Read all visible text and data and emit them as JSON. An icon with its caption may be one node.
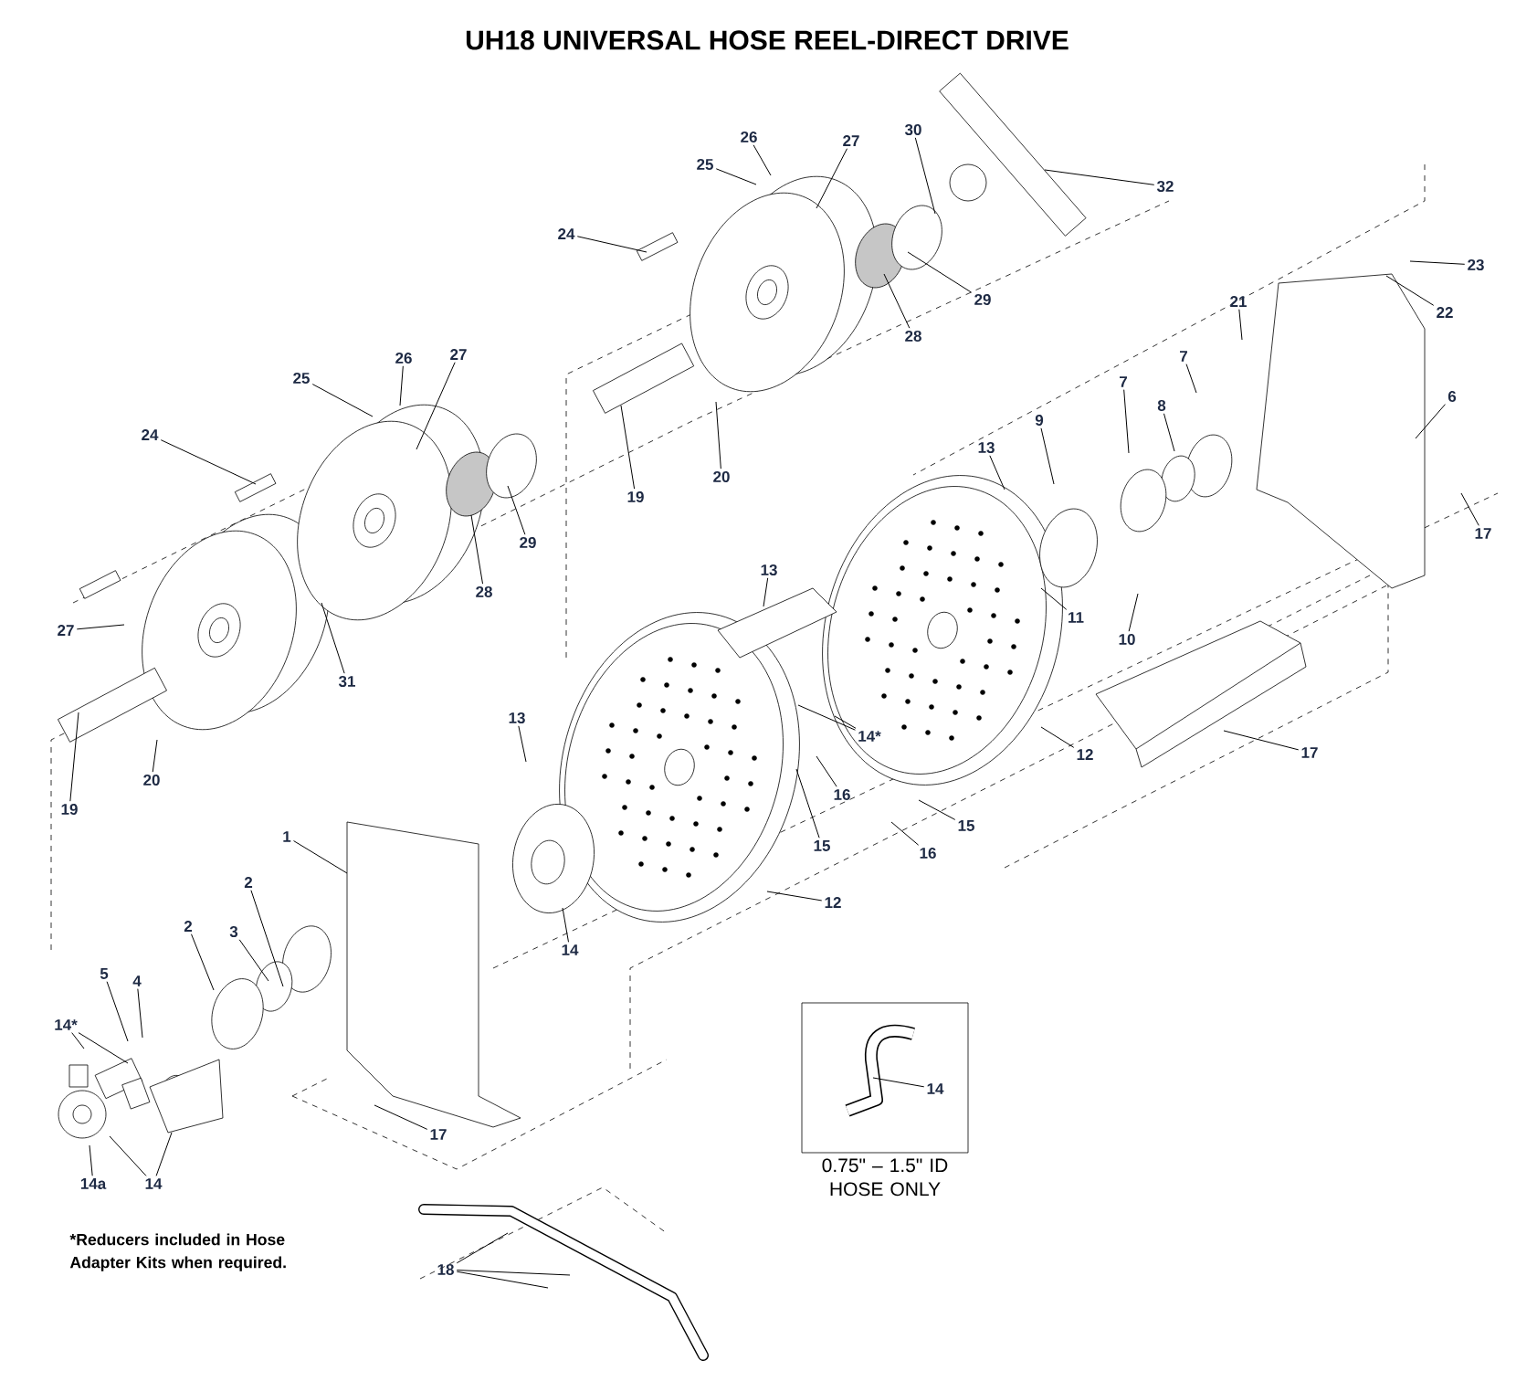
{
  "diagram": {
    "title": "UH18 UNIVERSAL HOSE REEL-DIRECT DRIVE",
    "nodes": [
      {
        "text": [
          "26"
        ]
      },
      {
        "text": [
          "25"
        ]
      },
      {
        "text": [
          "27"
        ]
      },
      {
        "text": [
          "30"
        ]
      },
      {
        "text": [
          "32"
        ]
      },
      {
        "text": [
          "24"
        ]
      },
      {
        "text": [
          "29"
        ]
      },
      {
        "text": [
          "28"
        ]
      },
      {
        "text": [
          "23"
        ]
      },
      {
        "text": [
          "22"
        ]
      },
      {
        "text": [
          "21"
        ]
      },
      {
        "text": [
          "26"
        ]
      },
      {
        "text": [
          "25"
        ]
      },
      {
        "text": [
          "27"
        ]
      },
      {
        "text": [
          "24"
        ]
      },
      {
        "text": [
          "7"
        ]
      },
      {
        "text": [
          "6"
        ]
      },
      {
        "text": [
          "7"
        ]
      },
      {
        "text": [
          "8"
        ]
      },
      {
        "text": [
          "9"
        ]
      },
      {
        "text": [
          "13"
        ]
      },
      {
        "text": [
          "29"
        ]
      },
      {
        "text": [
          "19"
        ]
      },
      {
        "text": [
          "20"
        ]
      },
      {
        "text": [
          "17"
        ]
      },
      {
        "text": [
          "28"
        ]
      },
      {
        "text": [
          "27"
        ]
      },
      {
        "text": [
          "13"
        ]
      },
      {
        "text": [
          "11"
        ]
      },
      {
        "text": [
          "10"
        ]
      },
      {
        "text": [
          "31"
        ]
      },
      {
        "text": [
          "13"
        ]
      },
      {
        "text": [
          "14*"
        ]
      },
      {
        "text": [
          "16"
        ]
      },
      {
        "text": [
          "15"
        ]
      },
      {
        "text": [
          "12"
        ]
      },
      {
        "text": [
          "16"
        ]
      },
      {
        "text": [
          "17"
        ]
      },
      {
        "text": [
          "20"
        ]
      },
      {
        "text": [
          "19"
        ]
      },
      {
        "text": [
          "1"
        ]
      },
      {
        "text": [
          "15"
        ]
      },
      {
        "text": [
          "2"
        ]
      },
      {
        "text": [
          "12"
        ]
      },
      {
        "text": [
          "2"
        ]
      },
      {
        "text": [
          "3"
        ]
      },
      {
        "text": [
          "14"
        ]
      },
      {
        "text": [
          "5"
        ]
      },
      {
        "text": [
          "4"
        ]
      },
      {
        "text": [
          "14*"
        ]
      },
      {
        "text": [
          "17"
        ]
      },
      {
        "text": [
          "14a"
        ]
      },
      {
        "text": [
          "14"
        ]
      },
      {
        "text": [
          "18"
        ]
      },
      {
        "text": [
          "0.75\" – 1.5\" ID HOSE ONLY"
        ]
      },
      {
        "text": [
          "14"
        ],
        "in": 54
      }
    ],
    "edges": [
      {
        "from": 0,
        "to": null,
        "arrow": "none"
      },
      {
        "from": 1,
        "to": null,
        "arrow": "none"
      },
      {
        "from": 2,
        "to": null,
        "arrow": "none"
      },
      {
        "from": 3,
        "to": null,
        "arrow": "none"
      },
      {
        "from": 4,
        "to": null,
        "arrow": "none"
      },
      {
        "from": 5,
        "to": null,
        "arrow": "none"
      },
      {
        "from": 6,
        "to": null,
        "arrow": "none"
      },
      {
        "from": 7,
        "to": null,
        "arrow": "none"
      },
      {
        "from": 8,
        "to": null,
        "arrow": "none"
      },
      {
        "from": 9,
        "to": null,
        "arrow": "none"
      },
      {
        "from": 10,
        "to": null,
        "arrow": "none"
      },
      {
        "from": 11,
        "to": null,
        "arrow": "none"
      },
      {
        "from": 12,
        "to": null,
        "arrow": "none"
      },
      {
        "from": 13,
        "to": null,
        "arrow": "none"
      },
      {
        "from": 14,
        "to": null,
        "arrow": "none"
      },
      {
        "from": 15,
        "to": null,
        "arrow": "none"
      },
      {
        "from": 16,
        "to": null,
        "arrow": "none"
      },
      {
        "from": 17,
        "to": null,
        "arrow": "none"
      },
      {
        "from": 18,
        "to": null,
        "arrow": "none"
      },
      {
        "from": 19,
        "to": null,
        "arrow": "none"
      },
      {
        "from": 20,
        "to": null,
        "arrow": "none"
      },
      {
        "from": 21,
        "to": null,
        "arrow": "none"
      },
      {
        "from": 22,
        "to": null,
        "arrow": "none"
      },
      {
        "from": 23,
        "to": null,
        "arrow": "none"
      },
      {
        "from": 24,
        "to": null,
        "arrow": "none"
      },
      {
        "from": 25,
        "to": null,
        "arrow": "none"
      },
      {
        "from": 26,
        "to": null,
        "arrow": "none"
      },
      {
        "from": 27,
        "to": null,
        "arrow": "none"
      },
      {
        "from": 28,
        "to": null,
        "arrow": "none"
      },
      {
        "from": 29,
        "to": null,
        "arrow": "none"
      },
      {
        "from": 30,
        "to": null,
        "arrow": "none"
      },
      {
        "from": 31,
        "to": null,
        "arrow": "none"
      },
      {
        "from": 32,
        "to": null,
        "arrow": "none"
      },
      {
        "from": 32,
        "to": null,
        "arrow": "none"
      },
      {
        "from": 33,
        "to": null,
        "arrow": "none"
      },
      {
        "from": 34,
        "to": null,
        "arrow": "none"
      },
      {
        "from": 35,
        "to": null,
        "arrow": "none"
      },
      {
        "from": 36,
        "to": null,
        "arrow": "none"
      },
      {
        "from": 37,
        "to": null,
        "arrow": "none"
      },
      {
        "from": 38,
        "to": null,
        "arrow": "none"
      },
      {
        "from": 39,
        "to": null,
        "arrow": "none"
      },
      {
        "from": 40,
        "to": null,
        "arrow": "none"
      },
      {
        "from": 41,
        "to": null,
        "arrow": "none"
      },
      {
        "from": 42,
        "to": null,
        "arrow": "none"
      },
      {
        "from": 43,
        "to": null,
        "arrow": "none"
      },
      {
        "from": 44,
        "to": null,
        "arrow": "none"
      },
      {
        "from": 45,
        "to": null,
        "arrow": "none"
      },
      {
        "from": 46,
        "to": null,
        "arrow": "none"
      },
      {
        "from": 47,
        "to": null,
        "arrow": "none"
      },
      {
        "from": 48,
        "to": null,
        "arrow": "none"
      },
      {
        "from": 49,
        "to": null,
        "arrow": "none"
      },
      {
        "from": 49,
        "to": null,
        "arrow": "none"
      },
      {
        "from": 50,
        "to": null,
        "arrow": "none"
      },
      {
        "from": 51,
        "to": null,
        "arrow": "none"
      },
      {
        "from": 52,
        "to": null,
        "arrow": "none"
      },
      {
        "from": 52,
        "to": null,
        "arrow": "none"
      },
      {
        "from": 53,
        "to": null,
        "arrow": "none"
      },
      {
        "from": 53,
        "to": null,
        "arrow": "none"
      },
      {
        "from": 53,
        "to": null,
        "arrow": "none"
      },
      {
        "from": 55,
        "to": null,
        "arrow": "none"
      }
    ],
    "labels": [
      "*Reducers included in Hose Adapter Kits when required."
    ]
  }
}
